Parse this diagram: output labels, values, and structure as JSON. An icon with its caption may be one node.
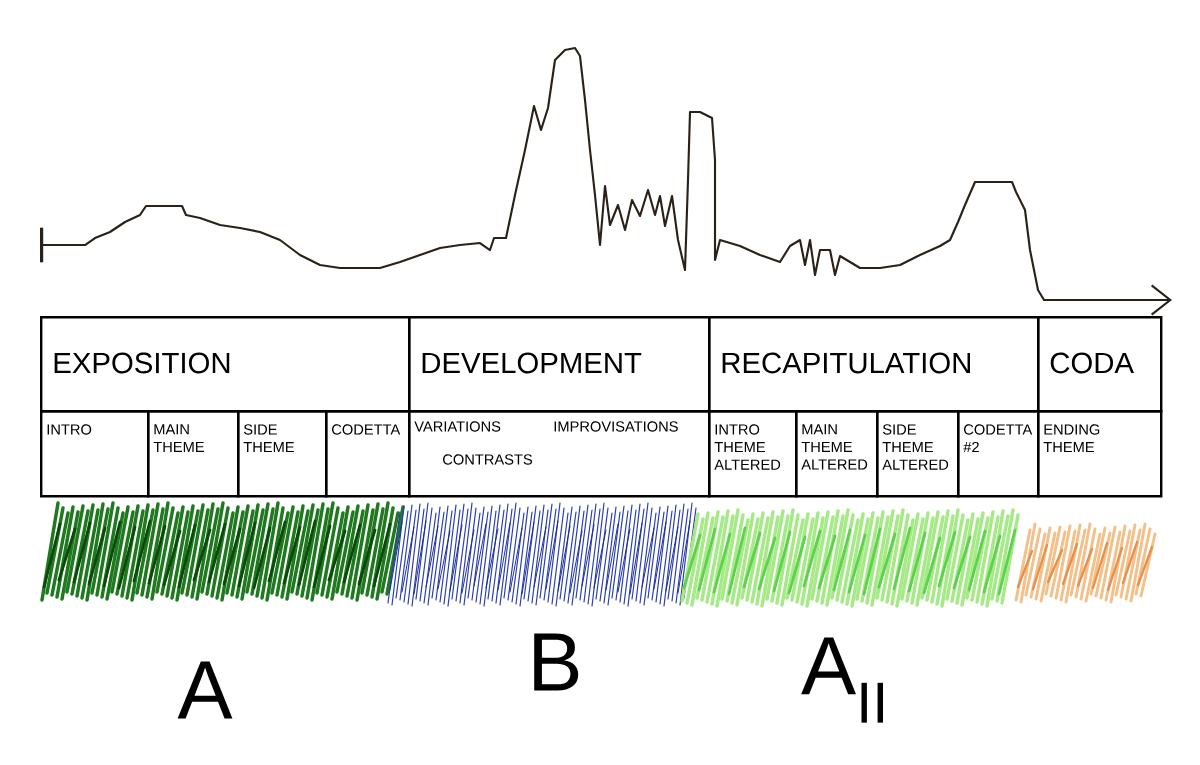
{
  "diagram": {
    "nodes": [
      {
        "text": [
          "EXPOSITION"
        ]
      },
      {
        "text": [
          "DEVELOPMENT"
        ]
      },
      {
        "text": [
          "RECAPITULATION"
        ]
      },
      {
        "text": [
          "CODA"
        ]
      },
      {
        "text": [
          "INTRO"
        ]
      },
      {
        "text": [
          "MAIN THEME"
        ]
      },
      {
        "text": [
          "SIDE THEME"
        ]
      },
      {
        "text": [
          "CODETTA"
        ]
      },
      {
        "text": [
          "VARIATIONS",
          "IMPROVISATIONS",
          "CONTRASTS"
        ]
      },
      {
        "text": [
          "INTRO THEME ALTERED"
        ]
      },
      {
        "text": [
          "MAIN THEME ALTERED"
        ]
      },
      {
        "text": [
          "SIDE THEME ALTERED"
        ]
      },
      {
        "text": [
          "CODETTA #2"
        ]
      },
      {
        "text": [
          "ENDING THEME"
        ]
      }
    ],
    "labels": [
      "A",
      "B",
      "A$_{II}$"
    ]
  }
}
